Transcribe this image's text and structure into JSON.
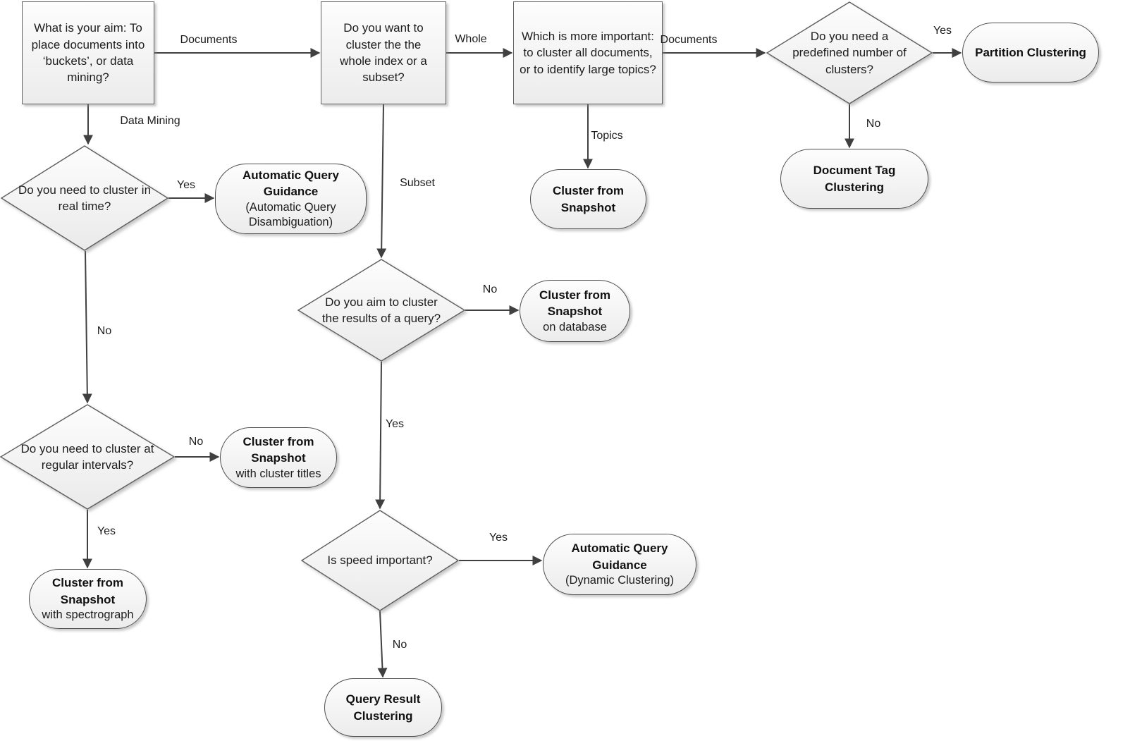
{
  "flowchart": {
    "questions": {
      "aim": "What is your aim: To place documents into ‘buckets’, or data mining?",
      "whole_or_subset": "Do you want to cluster the the whole index or a subset?",
      "importance": "Which is more important: to cluster all documents, or to identify large topics?"
    },
    "decisions": {
      "predefined": "Do you need a predefined number of clusters?",
      "realtime": "Do you need to cluster in real time?",
      "intervals": "Do you need to cluster at regular intervals?",
      "query_results": "Do you aim to cluster the results of a query?",
      "speed": "Is speed important?"
    },
    "outcomes": {
      "partition": {
        "title": "Partition Clustering"
      },
      "doc_tag": {
        "title": "Document Tag Clustering"
      },
      "cluster_snapshot": {
        "title": "Cluster from Snapshot"
      },
      "aqg_disambiguation": {
        "title": "Automatic Query Guidance",
        "subtitle": "(Automatic Query Disambiguation)"
      },
      "cluster_snapshot_database": {
        "title": "Cluster from Snapshot",
        "subtitle": "on database"
      },
      "cluster_snapshot_titles": {
        "title": "Cluster from Snapshot",
        "subtitle": "with cluster titles"
      },
      "cluster_snapshot_spectrograph": {
        "title": "Cluster from Snapshot",
        "subtitle": "with spectrograph"
      },
      "aqg_dynamic": {
        "title": "Automatic Query Guidance",
        "subtitle": "(Dynamic Clustering)"
      },
      "query_result": {
        "title": "Query Result Clustering"
      }
    },
    "edge_labels": {
      "documents_whole": "Documents",
      "data_mining": "Data Mining",
      "whole": "Whole",
      "subset": "Subset",
      "topics": "Topics",
      "documents_predefined": "Documents",
      "yes_partition": "Yes",
      "no_doc_tag": "No",
      "yes_aqg_disambiguation": "Yes",
      "no_intervals": "No",
      "no_cluster_titles": "No",
      "yes_spectrograph": "Yes",
      "no_on_database": "No",
      "yes_speed": "Yes",
      "yes_aqg_dynamic": "Yes",
      "no_query_result": "No"
    },
    "colors": {
      "connector": "#404040",
      "node_border": "#595959",
      "node_fill_top": "#fdfdfd",
      "node_fill_bottom": "#ebebeb",
      "text": "#1d1d1d"
    }
  }
}
